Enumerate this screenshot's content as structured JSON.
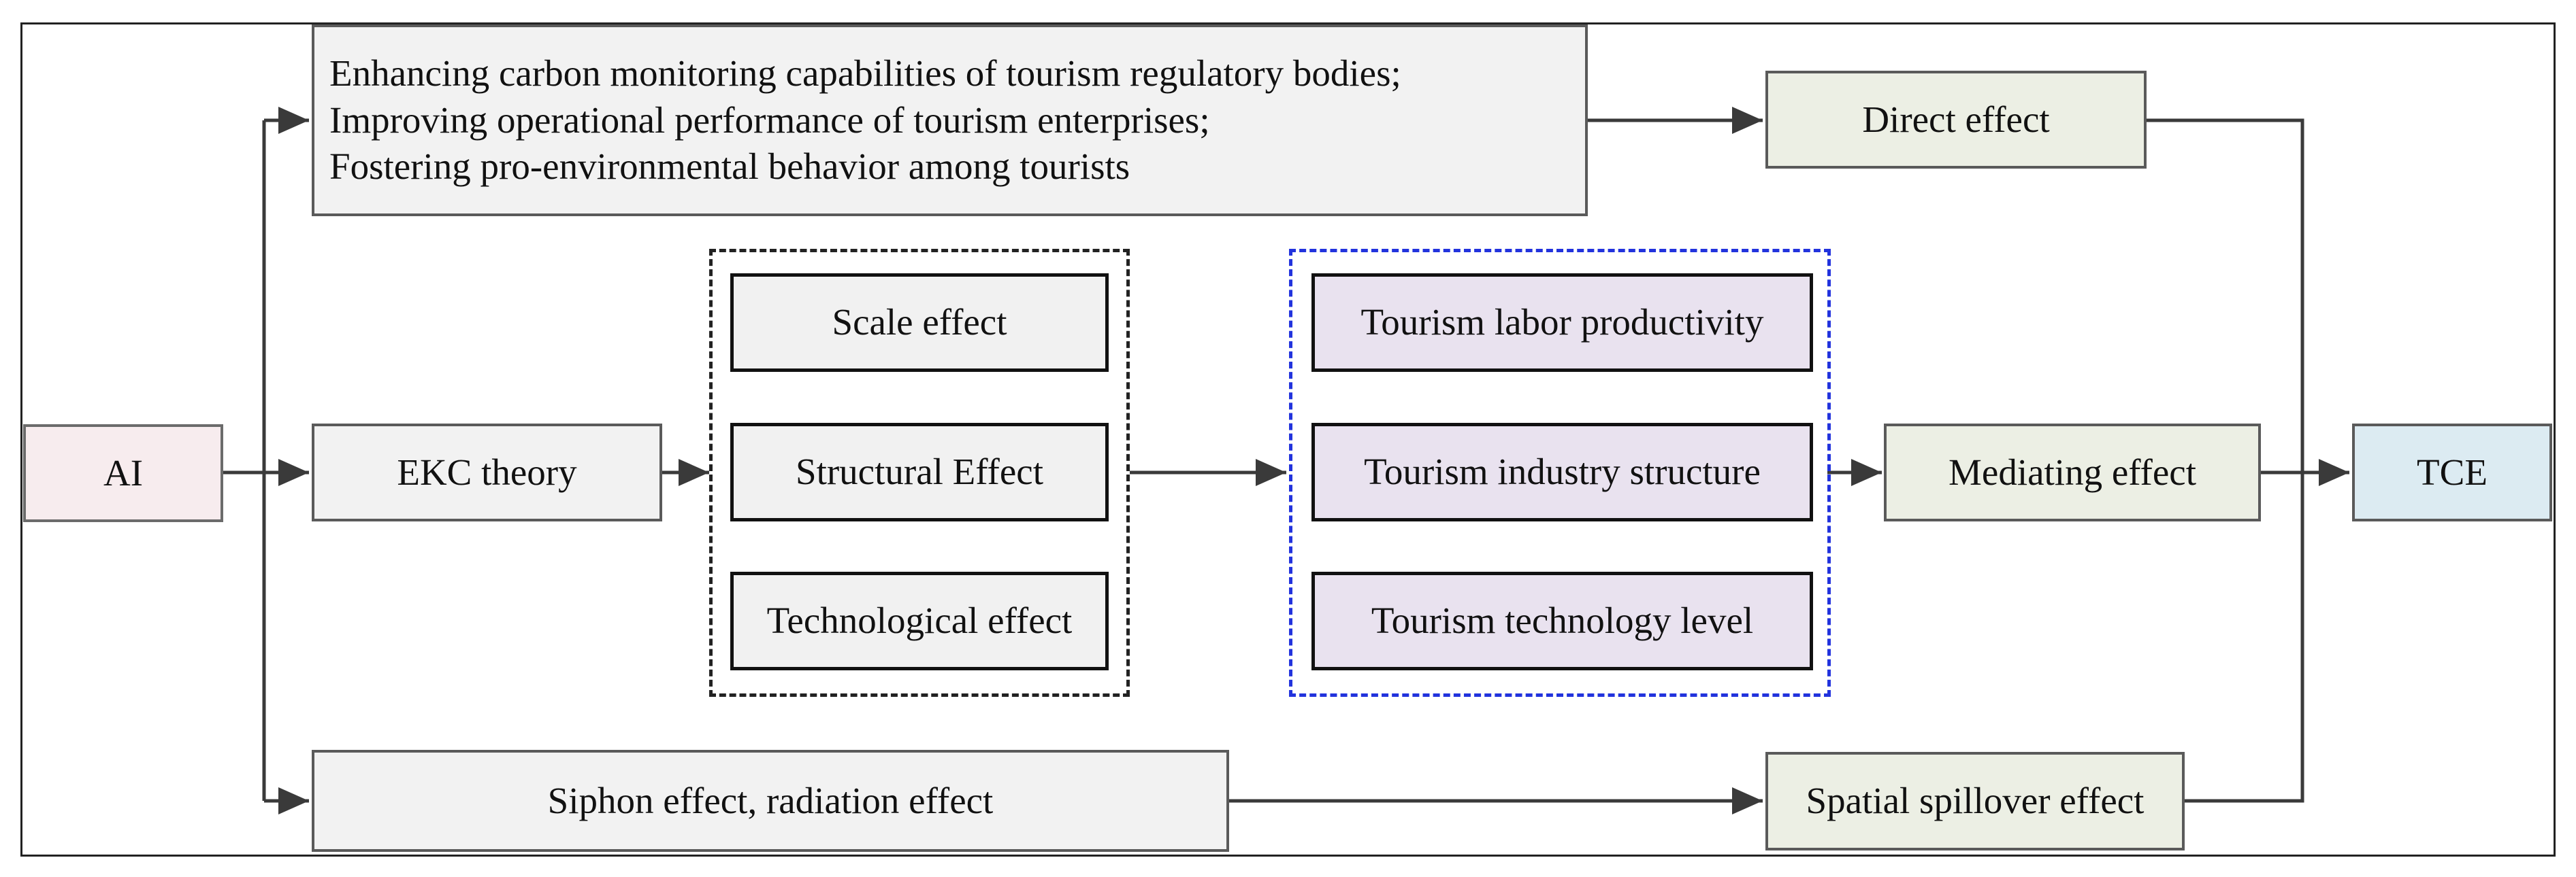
{
  "diagram": {
    "source": "AI",
    "target": "TCE",
    "top_mechanisms": [
      "Enhancing carbon monitoring capabilities of tourism regulatory bodies;",
      "Improving operational performance of tourism enterprises;",
      "Fostering pro-environmental behavior among tourists"
    ],
    "direct_effect": "Direct effect",
    "ekc_theory": "EKC theory",
    "ekc_effects": [
      "Scale effect",
      "Structural Effect",
      "Technological effect"
    ],
    "mediators": [
      "Tourism labor productivity",
      "Tourism industry structure",
      "Tourism technology level"
    ],
    "mediating_effect": "Mediating effect",
    "siphon": "Siphon effect, radiation effect",
    "spatial_spillover": "Spatial spillover effect"
  },
  "colors": {
    "source_fill": "#f7ecee",
    "target_fill": "#dcebf2",
    "effect_fill": "#ecefe4",
    "neutral_fill": "#f2f2f2",
    "mediator_fill": "#e9e2ef",
    "mediator_border": "#2233dd"
  }
}
